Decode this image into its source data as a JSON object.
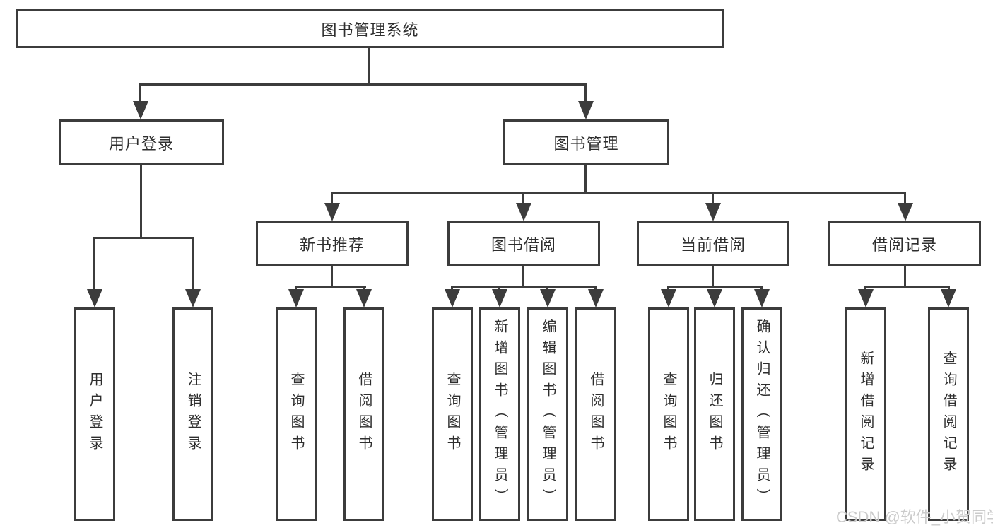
{
  "diagram": {
    "title": "图书管理系统",
    "root": {
      "label": "图书管理系统"
    },
    "level2": [
      {
        "label": "用户登录"
      },
      {
        "label": "图书管理"
      }
    ],
    "level3": [
      {
        "label": "新书推荐"
      },
      {
        "label": "图书借阅"
      },
      {
        "label": "当前借阅"
      },
      {
        "label": "借阅记录"
      }
    ],
    "leaves": {
      "user_login": [
        {
          "label": "用户登录"
        },
        {
          "label": "注销登录"
        }
      ],
      "new_book_recommend": [
        {
          "label": "查询图书"
        },
        {
          "label": "借阅图书"
        }
      ],
      "book_borrow": [
        {
          "label": "查询图书"
        },
        {
          "label": "新增图书（管理员）"
        },
        {
          "label": "编辑图书（管理员）"
        },
        {
          "label": "借阅图书"
        }
      ],
      "current_borrow": [
        {
          "label": "查询图书"
        },
        {
          "label": "归还图书"
        },
        {
          "label": "确认归还（管理员）"
        }
      ],
      "borrow_records": [
        {
          "label": "新增借阅记录"
        },
        {
          "label": "查询借阅记录"
        }
      ]
    },
    "watermark": "CSDN @软件_小贺同学",
    "colors": {
      "line": "#3c3c3c",
      "text": "#2e2e2e",
      "background": "#ffffff",
      "watermark": "#cbcbcb"
    }
  }
}
